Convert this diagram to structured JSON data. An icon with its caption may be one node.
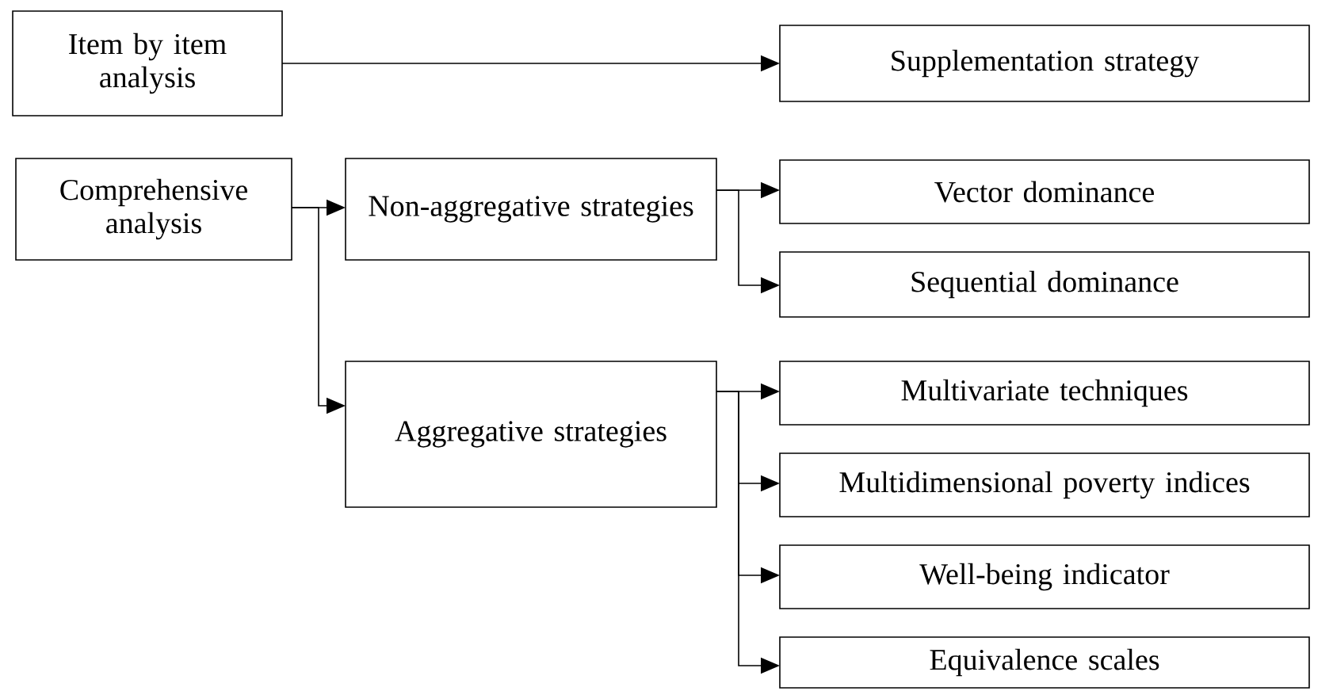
{
  "diagram": {
    "nodes": [
      {
        "text": [
          "Item by item analysis"
        ]
      },
      {
        "text": [
          "Supplementation strategy"
        ]
      },
      {
        "text": [
          "Comprehensive analysis"
        ]
      },
      {
        "text": [
          "Non-aggregative strategies"
        ]
      },
      {
        "text": [
          "Vector dominance"
        ]
      },
      {
        "text": [
          "Sequential dominance"
        ]
      },
      {
        "text": [
          "Aggregative strategies"
        ]
      },
      {
        "text": [
          "Multivariate techniques"
        ]
      },
      {
        "text": [
          "Multidimensional poverty indices"
        ]
      },
      {
        "text": [
          "Well-being indicator"
        ]
      },
      {
        "text": [
          "Equivalence scales"
        ]
      }
    ],
    "edges": [
      {
        "from": 0,
        "to": 1,
        "arrow": "to"
      },
      {
        "from": 2,
        "to": 3,
        "arrow": "to"
      },
      {
        "from": 2,
        "to": 6,
        "arrow": "to"
      },
      {
        "from": 3,
        "to": 4,
        "arrow": "to"
      },
      {
        "from": 3,
        "to": 5,
        "arrow": "to"
      },
      {
        "from": 6,
        "to": 7,
        "arrow": "to"
      },
      {
        "from": 6,
        "to": 8,
        "arrow": "to"
      },
      {
        "from": 6,
        "to": 9,
        "arrow": "to"
      },
      {
        "from": 6,
        "to": 10,
        "arrow": "to"
      }
    ]
  }
}
